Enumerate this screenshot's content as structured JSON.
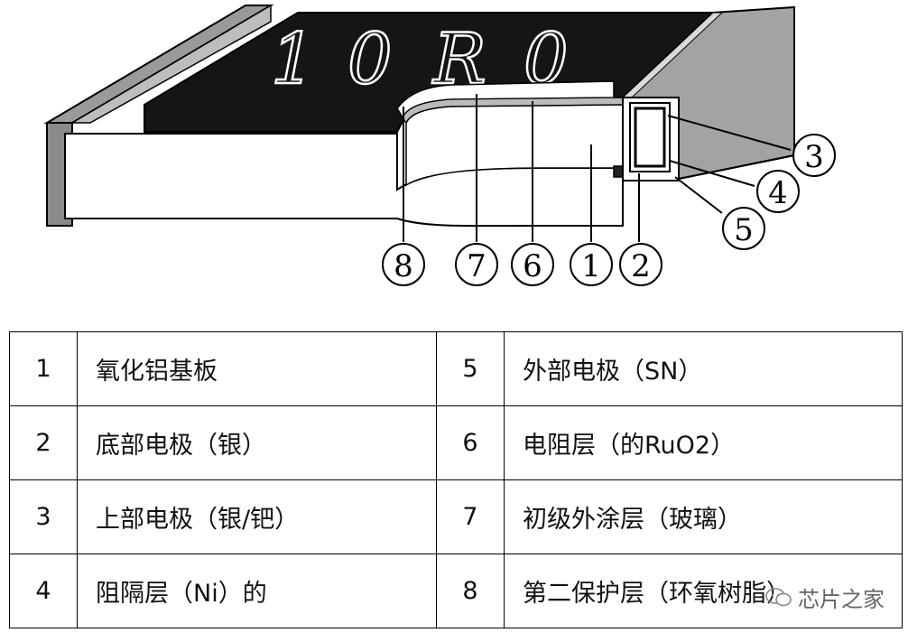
{
  "diagram": {
    "marking": [
      "1",
      "0",
      "R",
      "0"
    ],
    "callouts": [
      "1",
      "2",
      "3",
      "4",
      "5",
      "6",
      "7",
      "8"
    ]
  },
  "legend": {
    "rows": [
      {
        "left_num": "1",
        "left_label": "氧化铝基板",
        "right_num": "5",
        "right_label": "外部电极（SN）"
      },
      {
        "left_num": "2",
        "left_label": "底部电极（银）",
        "right_num": "6",
        "right_label": "电阻层（的RuO2）"
      },
      {
        "left_num": "3",
        "left_label": "上部电极（银/钯）",
        "right_num": "7",
        "right_label": "初级外涂层（玻璃）"
      },
      {
        "left_num": "4",
        "left_label": "阻隔层（Ni）的",
        "right_num": "8",
        "right_label": "第二保护层（环氧树脂）"
      }
    ]
  },
  "watermark": {
    "text": "芯片之家",
    "icon": "wechat-icon"
  }
}
